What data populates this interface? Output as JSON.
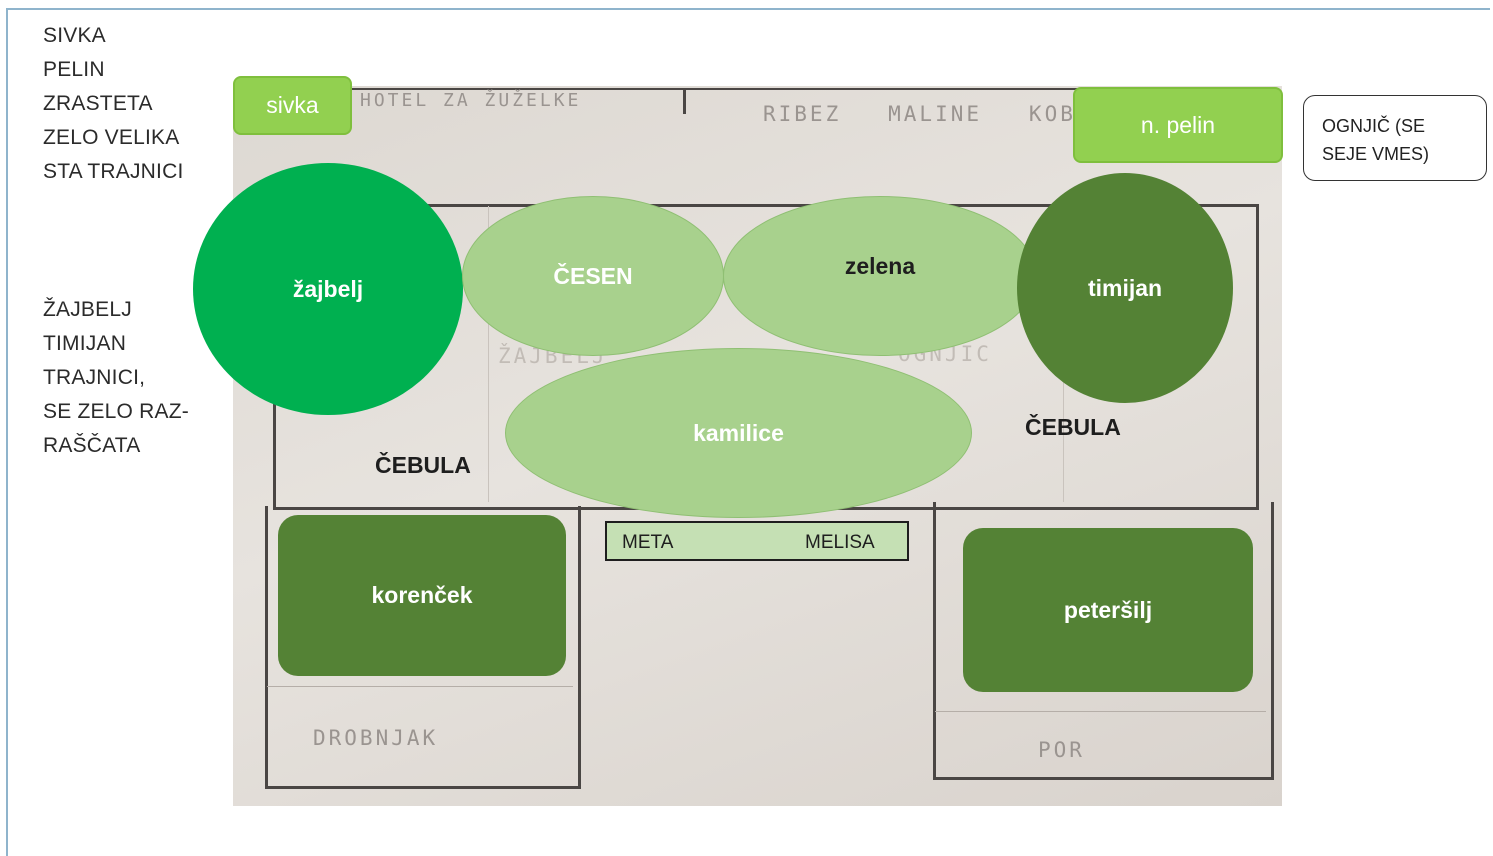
{
  "notes": {
    "top": "SIVKA\nPELIN\nZRASTETA\nZELO VELIKA\nSTA TRAJNICI",
    "middle": "ŽAJBELJ\nTIMIJAN\nTRAJNICI,\nSE ZELO RAZ-\nRAŠČATA"
  },
  "photo_text": {
    "hotel": "HOTEL ZA ŽUŽELKE",
    "berries": "RIBEZ   MALINE   KOBIDE",
    "zajbelj_faded": "ŽAJBELJ",
    "ognjic_faded": "OGNJIC",
    "cebula_left": "ČEBULA",
    "cebula_right": "ČEBULA",
    "drobnjak": "DROBNJAK",
    "por": "POR"
  },
  "plants": {
    "sivka": "sivka",
    "n_pelin": "n. pelin",
    "zajbelj": "žajbelj",
    "cesen": "ČESEN",
    "zelena": "zelena",
    "timijan": "timijan",
    "kamilice": "kamilice",
    "korencek": "korenček",
    "petersilj": "peteršilj"
  },
  "meta_box": {
    "left": "META",
    "right": "MELISA"
  },
  "ognjic_note": "OGNJIČ (SE\nSEJE VMES)",
  "colors": {
    "light_green": "#a8d18d",
    "dark_green": "#548235",
    "bright_green": "#00b050",
    "lime_green": "#92d050",
    "meta_box_fill": "#c5e0b4"
  }
}
